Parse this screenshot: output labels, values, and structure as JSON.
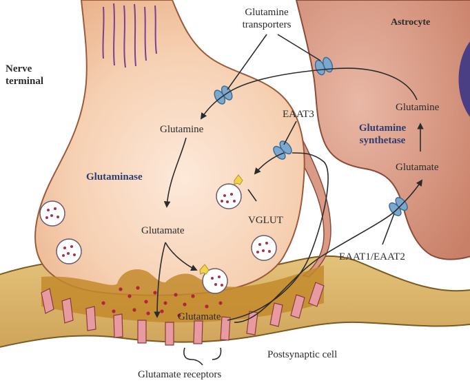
{
  "labels": {
    "nerve_terminal_1": "Nerve",
    "nerve_terminal_2": "terminal",
    "astrocyte": "Astrocyte",
    "glutamine_transporters_1": "Glutamine",
    "glutamine_transporters_2": "transporters",
    "glutamine_neuron": "Glutamine",
    "glutaminase": "Glutaminase",
    "glutamate_neuron": "Glutamate",
    "eaat3": "EAAT3",
    "vglut": "VGLUT",
    "glutamine_astro": "Glutamine",
    "glutamine_synthetase_1": "Glutamine",
    "glutamine_synthetase_2": "synthetase",
    "glutamate_astro": "Glutamate",
    "eaat1_eaat2": "EAAT1/EAAT2",
    "glutamate_cleft": "Glutamate",
    "postsynaptic_cell": "Postsynaptic cell",
    "glutamate_receptors": "Glutamate receptors"
  },
  "colors": {
    "neuron_fill": "#f2c7a4",
    "neuron_light": "#fbe4d2",
    "astrocyte_fill": "#d99a86",
    "postsynaptic_fill": "#d9b56a",
    "cleft_fill": "#c9962f",
    "transporter": "#7aa8cf",
    "receptor": "#e79a9f",
    "vesicle_dot": "#a8324a",
    "enzyme_text": "#2f3c6e"
  },
  "icons": {
    "transporter": "transporter-icon",
    "receptor": "receptor-icon",
    "vesicle": "vesicle-icon",
    "vglut": "vglut-icon"
  }
}
